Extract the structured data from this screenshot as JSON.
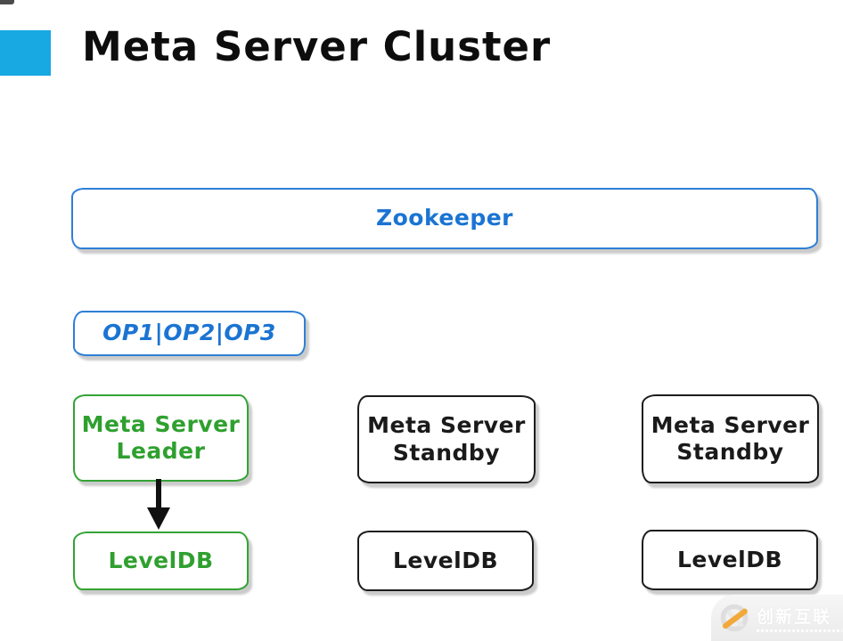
{
  "title": "Meta Server Cluster",
  "colors": {
    "accent_square": "#18a8e2",
    "blue_border": "#2e7fd6",
    "blue_text": "#1b74d2",
    "green": "#2fa02f",
    "black": "#1a1a1a",
    "arrow": "#111111",
    "watermark_orange": "#f2a93b"
  },
  "diagram": {
    "zookeeper_label": "Zookeeper",
    "op_group_label": "OP1|OP2|OP3",
    "columns": [
      {
        "server_label": "Meta Server\nLeader",
        "db_label": "LevelDB",
        "variant": "leader"
      },
      {
        "server_label": "Meta Server\nStandby",
        "db_label": "LevelDB",
        "variant": "standby"
      },
      {
        "server_label": "Meta Server\nStandby",
        "db_label": "LevelDB",
        "variant": "standby"
      }
    ]
  },
  "watermark": {
    "brand": "创新互联"
  }
}
